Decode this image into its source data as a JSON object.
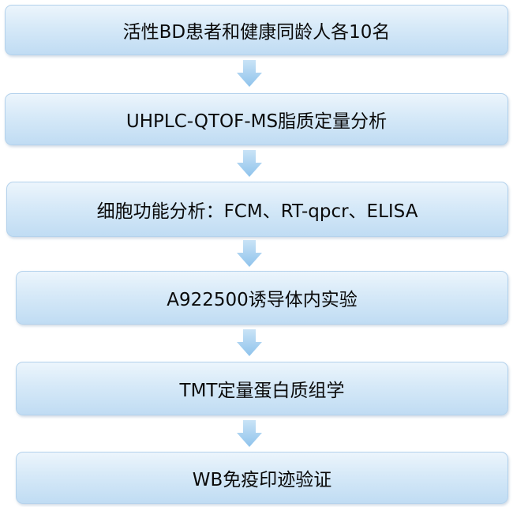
{
  "flowchart": {
    "steps": [
      {
        "label": "活性BD患者和健康同龄人各10名"
      },
      {
        "label": "UHPLC-QTOF-MS脂质定量分析"
      },
      {
        "label": "细胞功能分析：FCM、RT-qpcr、ELISA"
      },
      {
        "label": "A922500诱导体内实验"
      },
      {
        "label": "TMT定量蛋白质组学"
      },
      {
        "label": "WB免疫印迹验证"
      }
    ]
  },
  "colors": {
    "box_fill_top": "#ecf5fc",
    "box_fill_bottom": "#c0dcf3",
    "box_border": "#b4d2ec",
    "arrow_top": "#c9e3f6",
    "arrow_bottom": "#8fc3ec"
  },
  "icons": {
    "arrow": "arrow-down-icon"
  }
}
